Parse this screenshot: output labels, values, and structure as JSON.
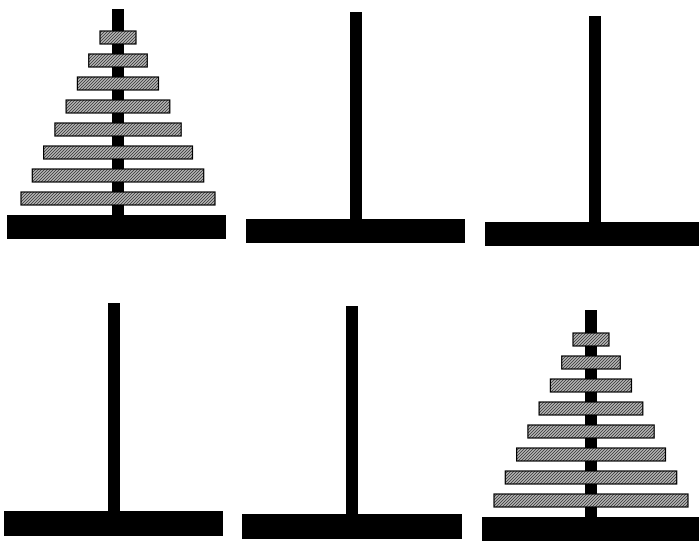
{
  "colors": {
    "background": "#ffffff",
    "peg": "#000000",
    "base": "#000000",
    "disk_fill": "#a9a9a9",
    "disk_stipple": "#4a4a4a",
    "disk_outline": "#000000"
  },
  "towers": {
    "disk_count": 8,
    "initial_state": {
      "pegs": [
        {
          "index": 1,
          "disks": [
            8,
            7,
            6,
            5,
            4,
            3,
            2,
            1
          ]
        },
        {
          "index": 2,
          "disks": []
        },
        {
          "index": 3,
          "disks": []
        }
      ]
    },
    "final_state": {
      "pegs": [
        {
          "index": 1,
          "disks": []
        },
        {
          "index": 2,
          "disks": []
        },
        {
          "index": 3,
          "disks": [
            8,
            7,
            6,
            5,
            4,
            3,
            2,
            1
          ]
        }
      ]
    }
  }
}
